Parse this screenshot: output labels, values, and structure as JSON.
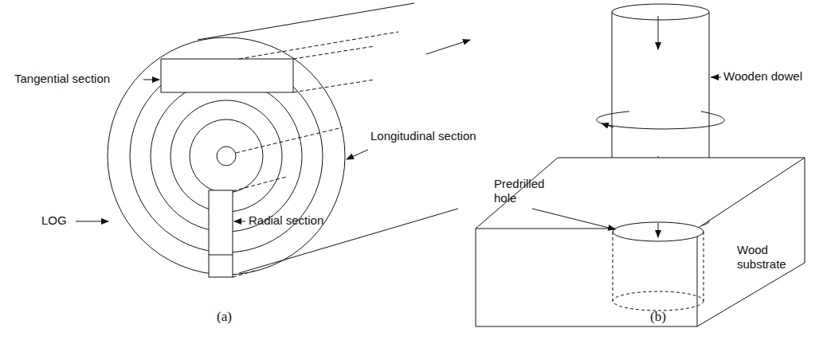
{
  "diagram": {
    "labels": [
      "Tangential section",
      "Longitudinal section",
      "LOG",
      "Radial section",
      "(a)",
      "Wooden dowel",
      "Predrilled hole",
      "Wood substrate",
      "(b)"
    ]
  }
}
